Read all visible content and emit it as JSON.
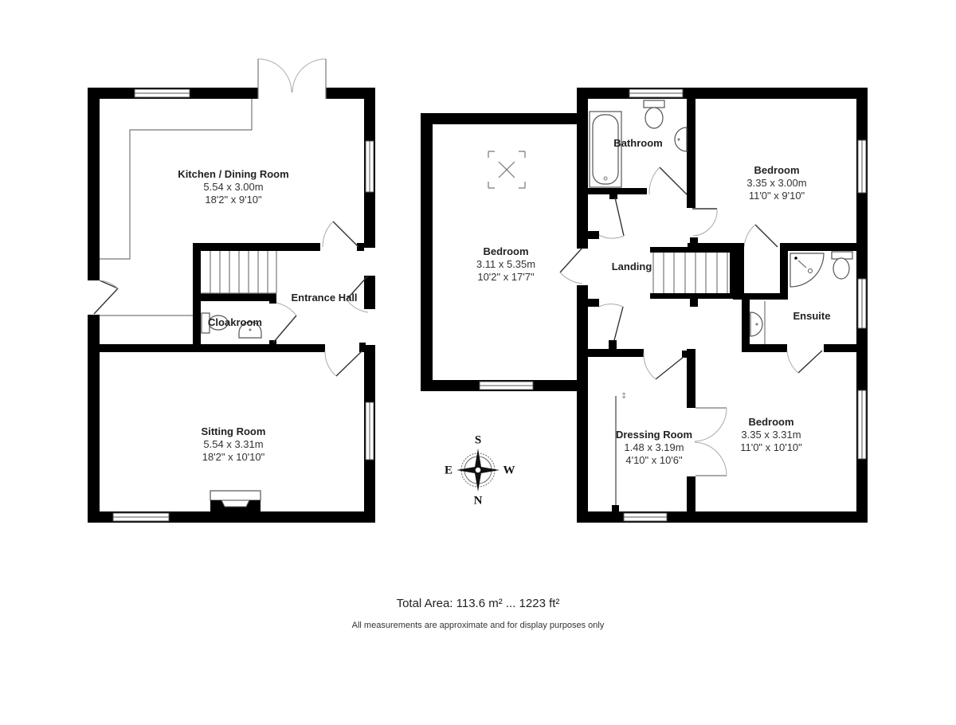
{
  "floors": {
    "ground": {
      "rooms": [
        {
          "name": "Kitchen / Dining Room",
          "metric": "5.54 x 3.00m",
          "imperial": "18'2\" x 9'10\""
        },
        {
          "name": "Entrance Hall"
        },
        {
          "name": "Cloakroom"
        },
        {
          "name": "Sitting Room",
          "metric": "5.54 x 3.31m",
          "imperial": "18'2\" x 10'10\""
        }
      ]
    },
    "first": {
      "rooms": [
        {
          "name": "Bedroom",
          "metric": "3.11 x 5.35m",
          "imperial": "10'2\" x 17'7\""
        },
        {
          "name": "Bathroom"
        },
        {
          "name": "Bedroom",
          "metric": "3.35 x 3.00m",
          "imperial": "11'0\" x 9'10\""
        },
        {
          "name": "Landing"
        },
        {
          "name": "Ensuite"
        },
        {
          "name": "Dressing Room",
          "metric": "1.48 x 3.19m",
          "imperial": "4'10\" x 10'6\""
        },
        {
          "name": "Bedroom",
          "metric": "3.35 x 3.31m",
          "imperial": "11'0\" x 10'10\""
        }
      ]
    }
  },
  "compass": {
    "top": "S",
    "bottom": "N",
    "left": "E",
    "right": "W",
    "icon": "compass-rose-icon"
  },
  "footer": {
    "total_area": "Total Area: 113.6 m² ... 1223 ft²",
    "disclaimer": "All measurements are approximate and for display purposes only"
  },
  "colors": {
    "wall": "#000000",
    "background": "#ffffff",
    "fixture_line": "#555555",
    "door_arc": "#aaaaaa"
  }
}
